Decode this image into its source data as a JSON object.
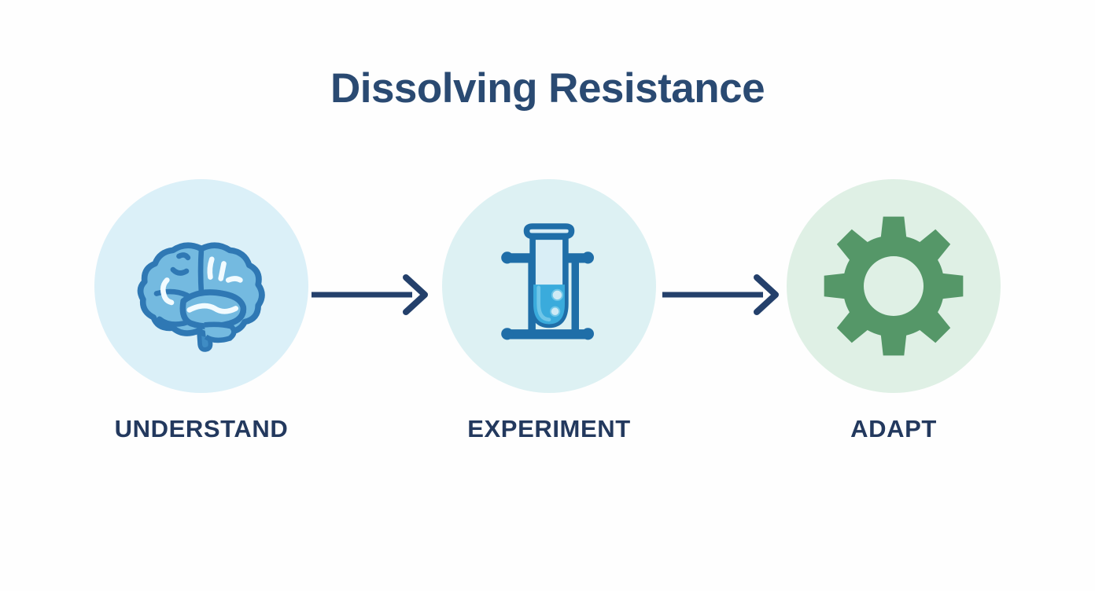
{
  "title": "Dissolving Resistance",
  "colors": {
    "background": "#fefefe",
    "title_navy": "#2a4a72",
    "label_navy": "#23395e",
    "arrow_navy": "#24406b",
    "circle_1_bg": "#dbf0f8",
    "circle_2_bg": "#ddf1f3",
    "circle_3_bg": "#dff0e5",
    "brain_fill": "#74bae0",
    "brain_outline": "#2f78b4",
    "tube_outline": "#1f6ea8",
    "tube_liquid": "#3aabdc",
    "tube_glass": "#cfe8f2",
    "gear_green": "#559768"
  },
  "steps": [
    {
      "label": "UNDERSTAND",
      "icon": "brain-icon",
      "circle_color": "#dbf0f8"
    },
    {
      "label": "EXPERIMENT",
      "icon": "test-tube-icon",
      "circle_color": "#ddf1f3"
    },
    {
      "label": "ADAPT",
      "icon": "gear-icon",
      "circle_color": "#dff0e5"
    }
  ],
  "arrows": [
    {
      "name": "arrow-understand-to-experiment",
      "direction": "right"
    },
    {
      "name": "arrow-experiment-to-adapt",
      "direction": "right"
    }
  ]
}
